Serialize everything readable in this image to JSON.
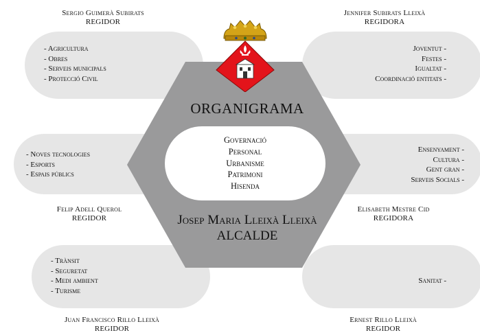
{
  "title": "ORGANIGRAMA",
  "center_duties": [
    "Governació",
    "Personal",
    "Urbanisme",
    "Patrimoni",
    "Hisenda"
  ],
  "mayor": {
    "name": "Josep Maria Lleixà Lleixà",
    "role": "ALCALDE"
  },
  "councillors": [
    {
      "name": "Sergio Guimerà Subirats",
      "role": "REGIDOR",
      "duties": [
        "- Agricultura",
        "- Obres",
        "- Serveis municipals",
        "- Protecció Civil"
      ]
    },
    {
      "name": "Jennifer Subirats Lleixà",
      "role": "REGIDORA",
      "duties": [
        "Joventut -",
        "Festes -",
        "Igualtat -",
        "Coordinació entitats -"
      ]
    },
    {
      "name": "Felip Adell Querol",
      "role": "REGIDOR",
      "duties": [
        "- Noves tecnologies",
        "- Esports",
        "- Espais públics"
      ]
    },
    {
      "name": "Elisabeth Mestre Cid",
      "role": "REGIDORA",
      "duties": [
        "Ensenyament -",
        "Cultura -",
        "Gent gran -",
        "Serveis Socials -"
      ]
    },
    {
      "name": "Juan Francisco Rillo Lleixà",
      "role": "REGIDOR",
      "duties": [
        "- Trànsit",
        "- Seguretat",
        "- Medi ambient",
        "- Turisme"
      ]
    },
    {
      "name": "Ernest Rillo Lleixà",
      "role": "REGIDOR",
      "duties": [
        "Sanitat -"
      ]
    }
  ],
  "colors": {
    "hexagon": "#9a9a9b",
    "pill": "#e6e6e6",
    "crest_red": "#e3141b",
    "crown_gold": "#d4a418"
  }
}
